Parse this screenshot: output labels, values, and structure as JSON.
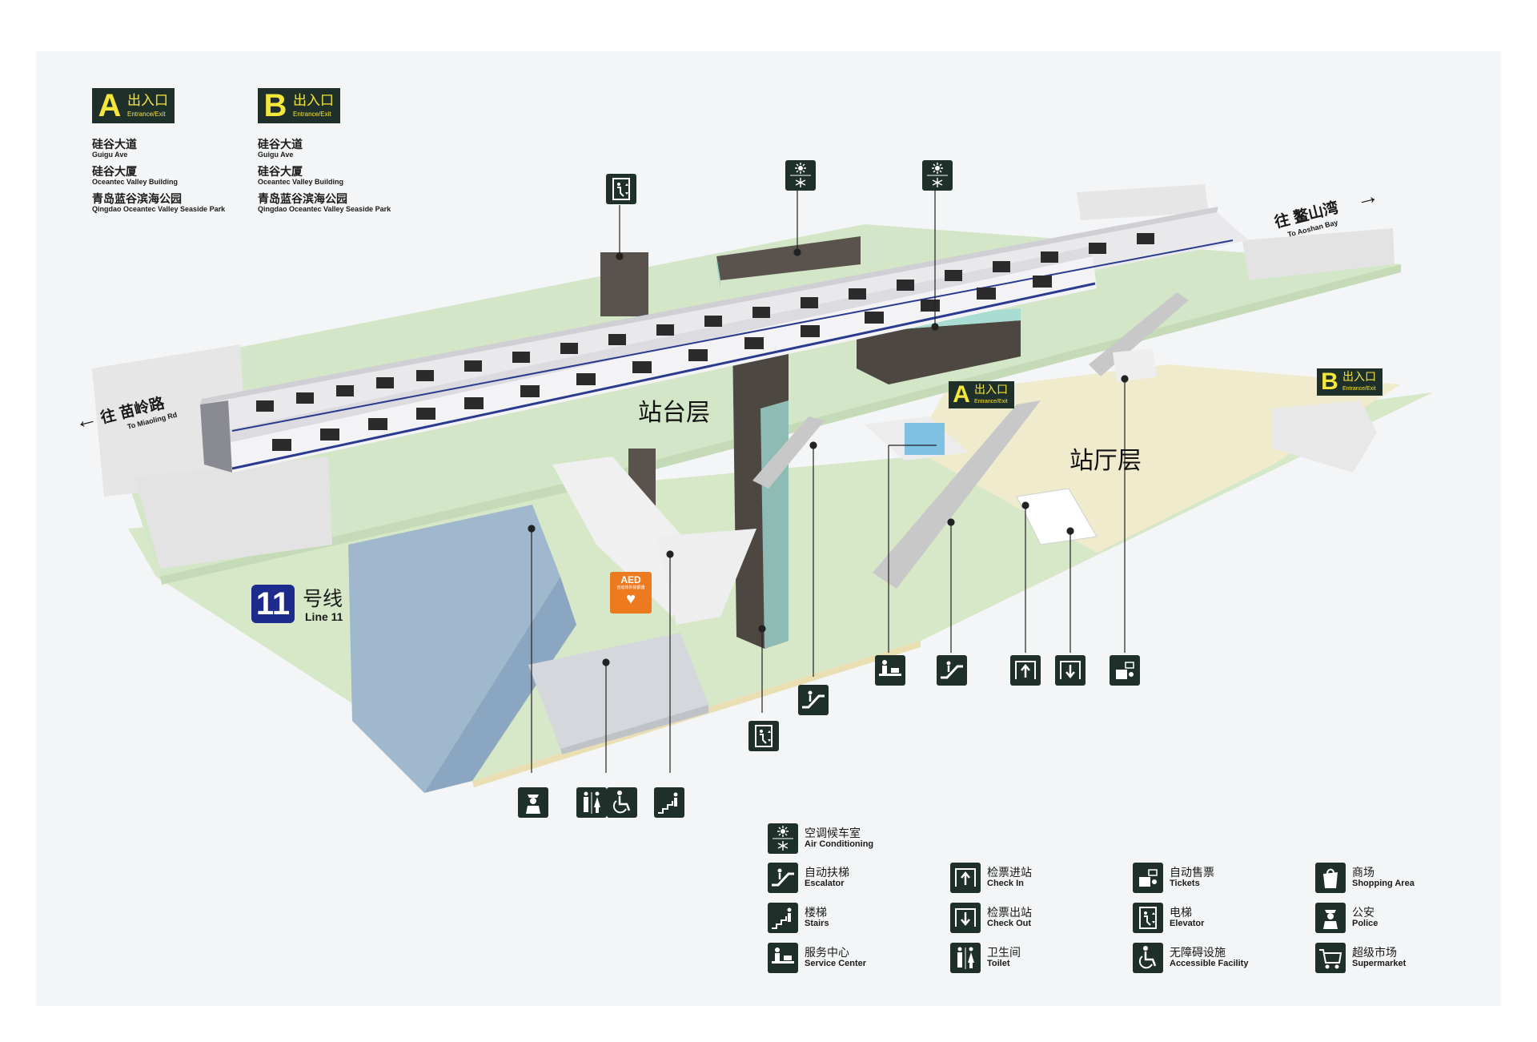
{
  "exits": [
    {
      "letter": "A",
      "label_cn": "出入口",
      "label_en": "Entrance/Exit",
      "places": [
        {
          "cn": "硅谷大道",
          "en": "Guigu Ave"
        },
        {
          "cn": "硅谷大厦",
          "en": "Oceantec Valley Building"
        },
        {
          "cn": "青岛蓝谷滨海公园",
          "en": "Qingdao Oceantec Valley Seaside Park"
        }
      ]
    },
    {
      "letter": "B",
      "label_cn": "出入口",
      "label_en": "Entrance/Exit",
      "places": [
        {
          "cn": "硅谷大道",
          "en": "Guigu Ave"
        },
        {
          "cn": "硅谷大厦",
          "en": "Oceantec Valley Building"
        },
        {
          "cn": "青岛蓝谷滨海公园",
          "en": "Qingdao Oceantec Valley Seaside Park"
        }
      ]
    }
  ],
  "directions": {
    "left": {
      "cn": "往 苗岭路",
      "en": "To Miaoling Rd",
      "arrow": "←"
    },
    "right": {
      "cn": "往 鳌山湾",
      "en": "To Aoshan Bay",
      "arrow": "→"
    }
  },
  "levels": {
    "platform": "站台层",
    "concourse": "站厅层"
  },
  "line": {
    "number": "11",
    "cn": "号线",
    "en": "Line 11"
  },
  "aed": {
    "label": "AED",
    "sub": "自动体外除颤器"
  },
  "diagram_exit_badges": [
    {
      "letter": "A",
      "cn": "出入口",
      "en": "Entrance/Exit"
    },
    {
      "letter": "B",
      "cn": "出入口",
      "en": "Entrance/Exit"
    }
  ],
  "legend": [
    {
      "icon": "air-conditioning-icon",
      "cn": "空调候车室",
      "en": "Air Conditioning"
    },
    {
      "icon": "escalator-icon",
      "cn": "自动扶梯",
      "en": "Escalator"
    },
    {
      "icon": "stairs-icon",
      "cn": "楼梯",
      "en": "Stairs"
    },
    {
      "icon": "service-center-icon",
      "cn": "服务中心",
      "en": "Service Center"
    },
    {
      "icon": "check-in-icon",
      "cn": "检票进站",
      "en": "Check In"
    },
    {
      "icon": "check-out-icon",
      "cn": "检票出站",
      "en": "Check Out"
    },
    {
      "icon": "toilet-icon",
      "cn": "卫生间",
      "en": "Toilet"
    },
    {
      "icon": "tickets-icon",
      "cn": "自动售票",
      "en": "Tickets"
    },
    {
      "icon": "elevator-icon",
      "cn": "电梯",
      "en": "Elevator"
    },
    {
      "icon": "accessible-icon",
      "cn": "无障碍设施",
      "en": "Accessible Facility"
    },
    {
      "icon": "shopping-icon",
      "cn": "商场",
      "en": "Shopping Area"
    },
    {
      "icon": "police-icon",
      "cn": "公安",
      "en": "Police"
    },
    {
      "icon": "supermarket-icon",
      "cn": "超级市场",
      "en": "Supermarket"
    }
  ],
  "colors": {
    "icon_bg": "#1f2f2a",
    "exit_text": "#f5e63c",
    "line_badge": "#1d2c8c",
    "aed": "#ee7a20",
    "platform": "#d3e6c7",
    "concourse": "#f1ebcd",
    "mall_block": "#9bb4ca"
  }
}
